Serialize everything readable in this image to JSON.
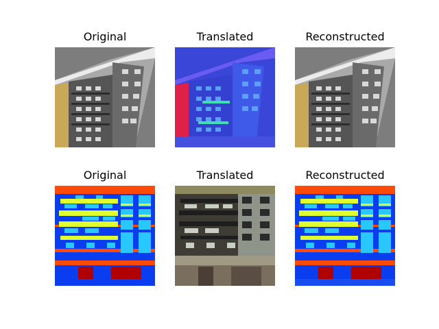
{
  "figure": {
    "rows": [
      {
        "panels": [
          {
            "title": "Original",
            "style": "photo"
          },
          {
            "title": "Translated",
            "style": "label-map-warped"
          },
          {
            "title": "Reconstructed",
            "style": "photo"
          }
        ]
      },
      {
        "panels": [
          {
            "title": "Original",
            "style": "label-map"
          },
          {
            "title": "Translated",
            "style": "photo-generated"
          },
          {
            "title": "Reconstructed",
            "style": "label-map"
          }
        ]
      }
    ]
  },
  "colors": {
    "label_background": "#0a3cf0",
    "label_band_orange": "#ff4a0a",
    "label_window_yellow": "#e0ff30",
    "label_window_cyan": "#28c8ff",
    "label_door_red": "#b00000",
    "photo_gray": "#7a7a7a",
    "photo_facade": "#4a4a4a"
  }
}
